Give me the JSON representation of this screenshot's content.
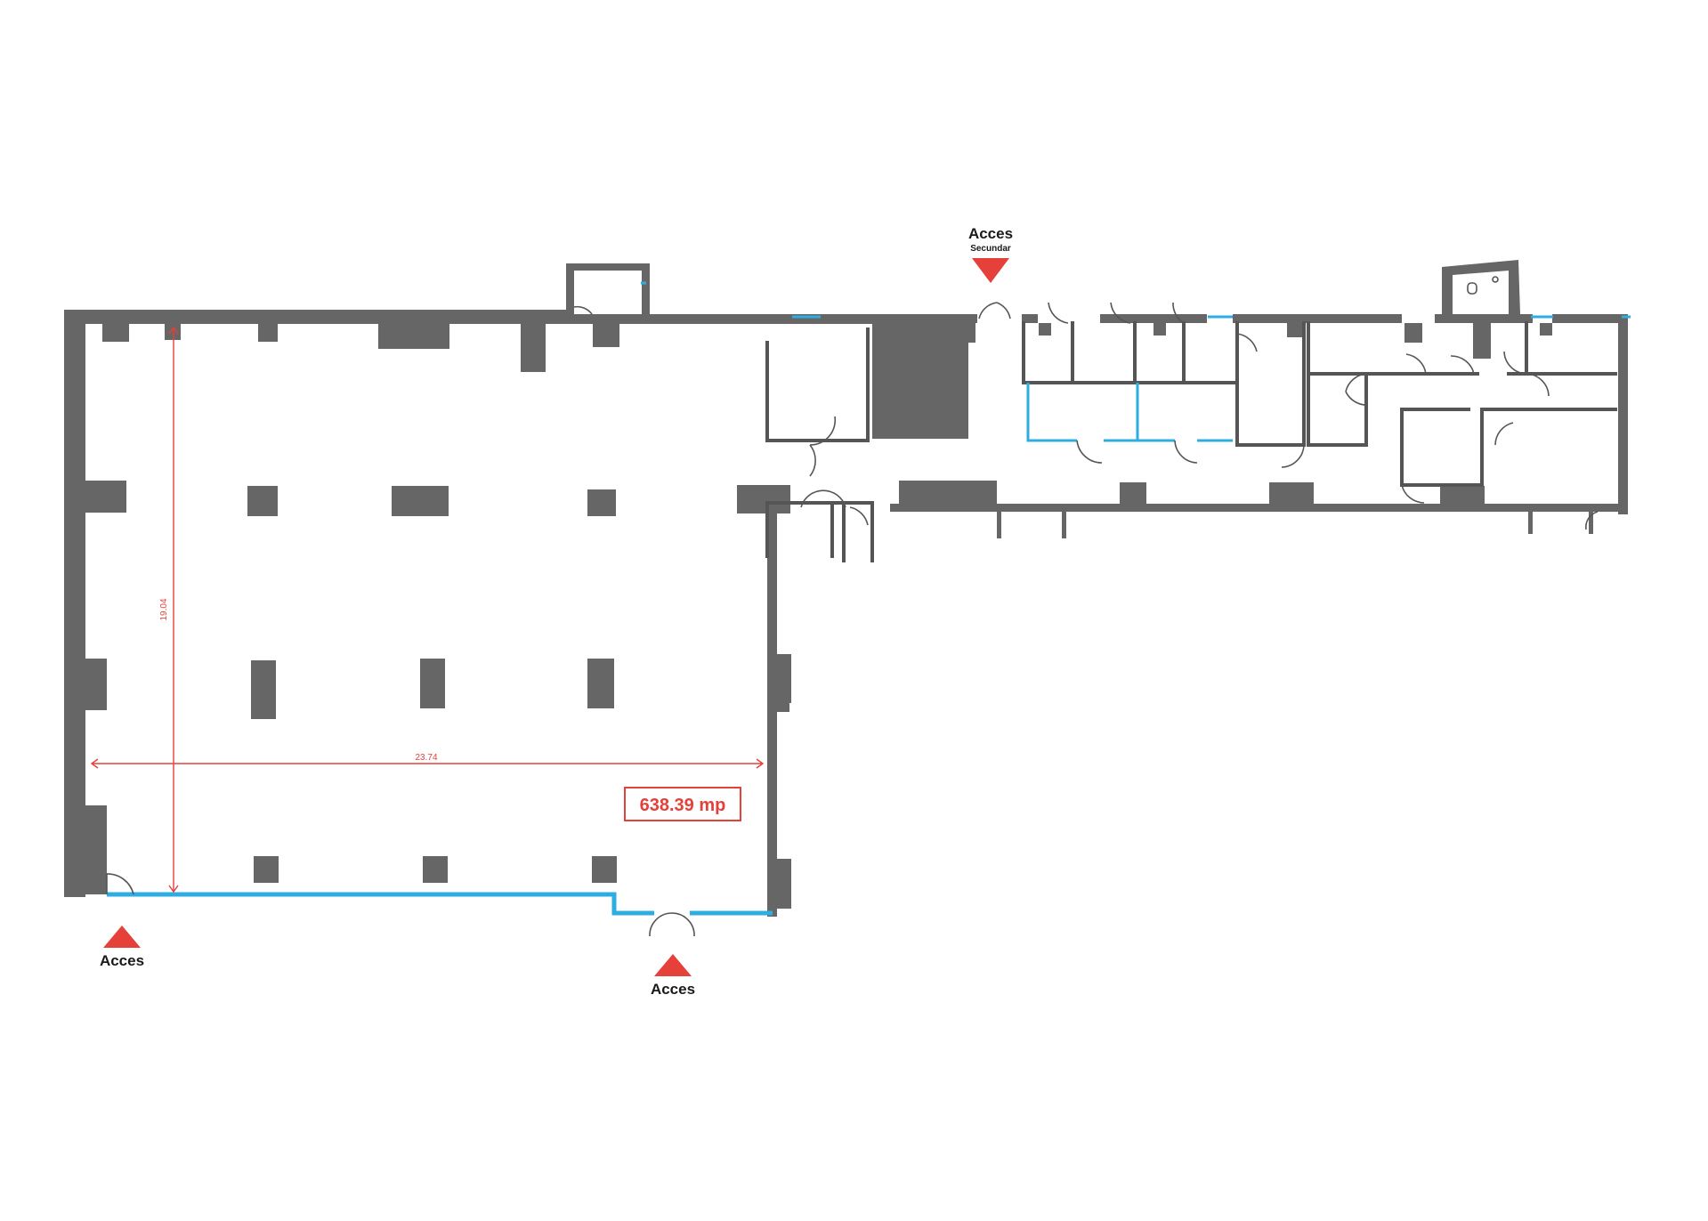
{
  "plan": {
    "area_label": "638.39 mp",
    "dimension_width": "23.74",
    "dimension_height": "19.04",
    "access_main_1": "Acces",
    "access_main_2": "Acces",
    "access_secondary_title": "Acces",
    "access_secondary_subtitle": "Secundar"
  },
  "colors": {
    "wall": "#666666",
    "glazing": "#2eaee0",
    "accent": "#e5403a"
  }
}
